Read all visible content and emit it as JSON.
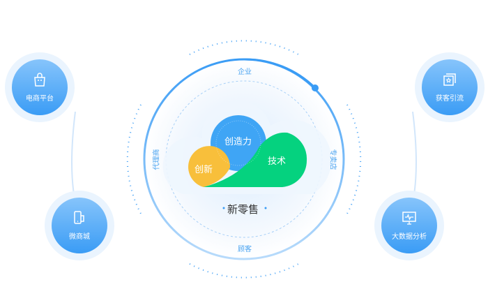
{
  "center_title": "新零售",
  "ring_labels": {
    "top": "企业",
    "bottom": "顾客",
    "left": "代理商",
    "right": "专卖店"
  },
  "cloud": {
    "blue": "创造力",
    "yellow": "创新",
    "green": "技术"
  },
  "nodes": [
    {
      "label": "电商平台",
      "icon": "shopping-bag-icon"
    },
    {
      "label": "微商城",
      "icon": "mobile-devices-icon"
    },
    {
      "label": "获客引流",
      "icon": "star-cards-icon"
    },
    {
      "label": "大数据分析",
      "icon": "monitor-pulse-icon"
    }
  ],
  "colors": {
    "blue": "#3fa5f5",
    "yellow": "#f8bf3b",
    "green": "#05d27f",
    "accent": "#3a9cf5"
  }
}
